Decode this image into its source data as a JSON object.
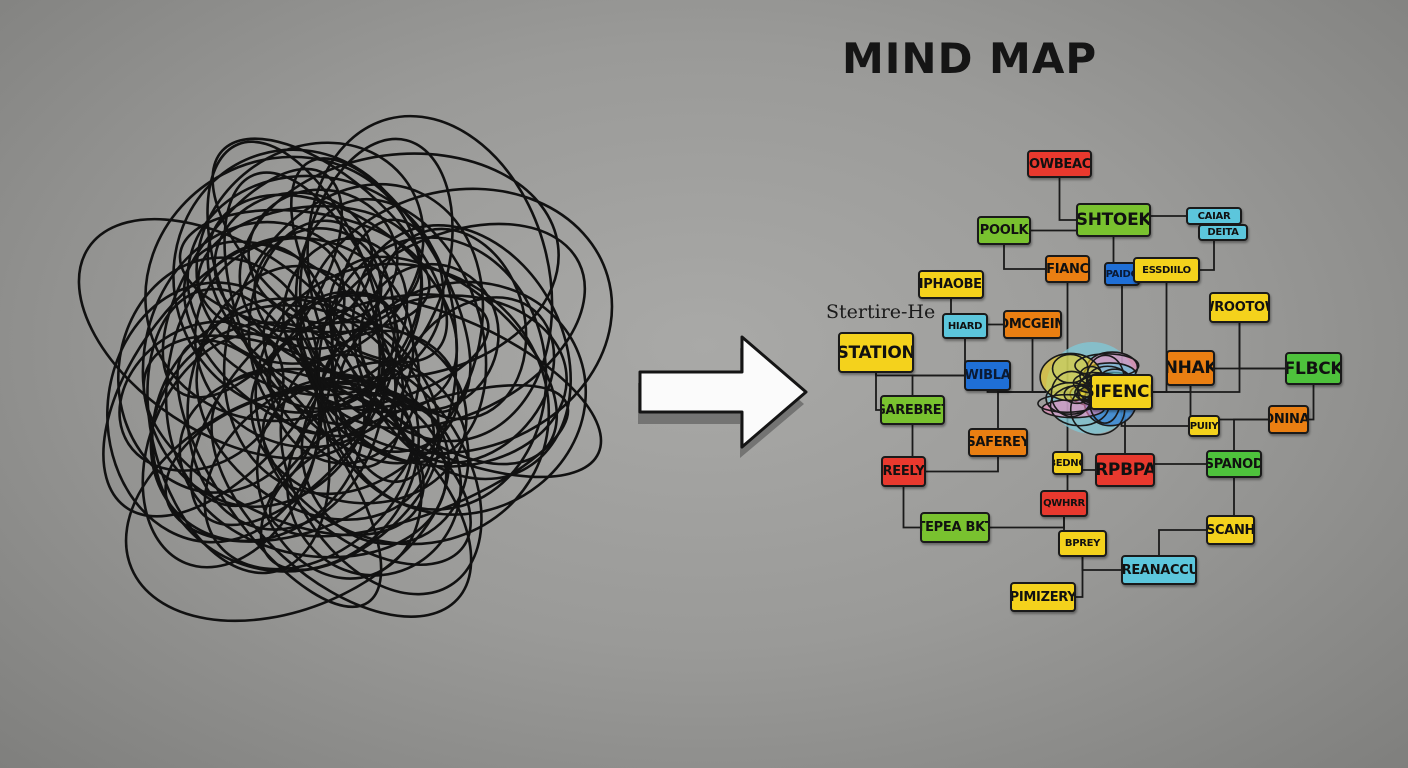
{
  "title": "MIND MAP",
  "sublabel": "Stertire-He",
  "colors": {
    "red": "#e8392e",
    "green": "#79c22f",
    "cyan": "#5cc6dc",
    "orange": "#ea7f12",
    "blue": "#1f6fd6",
    "yellow": "#f4d21c",
    "lime": "#4ec23c"
  },
  "nodes": [
    {
      "label": "BOWBEACE",
      "color": "red"
    },
    {
      "label": "SHTOEK",
      "color": "green"
    },
    {
      "label": "POOLK",
      "color": "green"
    },
    {
      "label": "CAIAR",
      "color": "cyan"
    },
    {
      "label": "DEITA",
      "color": "cyan"
    },
    {
      "label": "FIANC",
      "color": "orange"
    },
    {
      "label": "PAIDG",
      "color": "blue"
    },
    {
      "label": "ESSDIILO",
      "color": "yellow"
    },
    {
      "label": "SIPHAOBEN",
      "color": "yellow"
    },
    {
      "label": "HIARD",
      "color": "cyan"
    },
    {
      "label": "OMCGEIM",
      "color": "orange"
    },
    {
      "label": "WROOTOW",
      "color": "yellow"
    },
    {
      "label": "STATION",
      "color": "yellow"
    },
    {
      "label": "WIBLA",
      "color": "blue"
    },
    {
      "label": "NHAK",
      "color": "orange"
    },
    {
      "label": "FLBCK",
      "color": "lime"
    },
    {
      "label": "SIFENCE",
      "color": "yellow"
    },
    {
      "label": "GAREBRET",
      "color": "green"
    },
    {
      "label": "PUIIY",
      "color": "yellow"
    },
    {
      "label": "ONINAI",
      "color": "orange"
    },
    {
      "label": "SAFEREY",
      "color": "orange"
    },
    {
      "label": "REELY",
      "color": "red"
    },
    {
      "label": "BEDNO",
      "color": "yellow"
    },
    {
      "label": "ERPBPAT",
      "color": "red"
    },
    {
      "label": "SPANOD",
      "color": "lime"
    },
    {
      "label": "QWHRR",
      "color": "red"
    },
    {
      "label": "STEPEA BKTY",
      "color": "green"
    },
    {
      "label": "BPREY",
      "color": "yellow"
    },
    {
      "label": "SCANH",
      "color": "yellow"
    },
    {
      "label": "GREANACCUL",
      "color": "cyan"
    },
    {
      "label": "PIMIZERY",
      "color": "yellow"
    }
  ],
  "edges": [
    [
      0,
      1
    ],
    [
      1,
      2
    ],
    [
      1,
      3
    ],
    [
      3,
      4
    ],
    [
      3,
      7
    ],
    [
      2,
      5
    ],
    [
      1,
      6
    ],
    [
      5,
      16
    ],
    [
      6,
      16
    ],
    [
      7,
      16
    ],
    [
      8,
      9
    ],
    [
      9,
      10
    ],
    [
      9,
      13
    ],
    [
      10,
      16
    ],
    [
      12,
      13
    ],
    [
      12,
      17
    ],
    [
      13,
      16
    ],
    [
      11,
      16
    ],
    [
      11,
      15
    ],
    [
      14,
      16
    ],
    [
      14,
      15
    ],
    [
      14,
      18
    ],
    [
      15,
      19
    ],
    [
      18,
      19
    ],
    [
      16,
      18
    ],
    [
      17,
      13
    ],
    [
      17,
      21
    ],
    [
      20,
      16
    ],
    [
      20,
      21
    ],
    [
      21,
      26
    ],
    [
      22,
      16
    ],
    [
      22,
      23
    ],
    [
      23,
      16
    ],
    [
      23,
      24
    ],
    [
      24,
      19
    ],
    [
      24,
      28
    ],
    [
      22,
      25
    ],
    [
      25,
      26
    ],
    [
      25,
      27
    ],
    [
      27,
      30
    ],
    [
      27,
      29
    ],
    [
      29,
      28
    ]
  ]
}
